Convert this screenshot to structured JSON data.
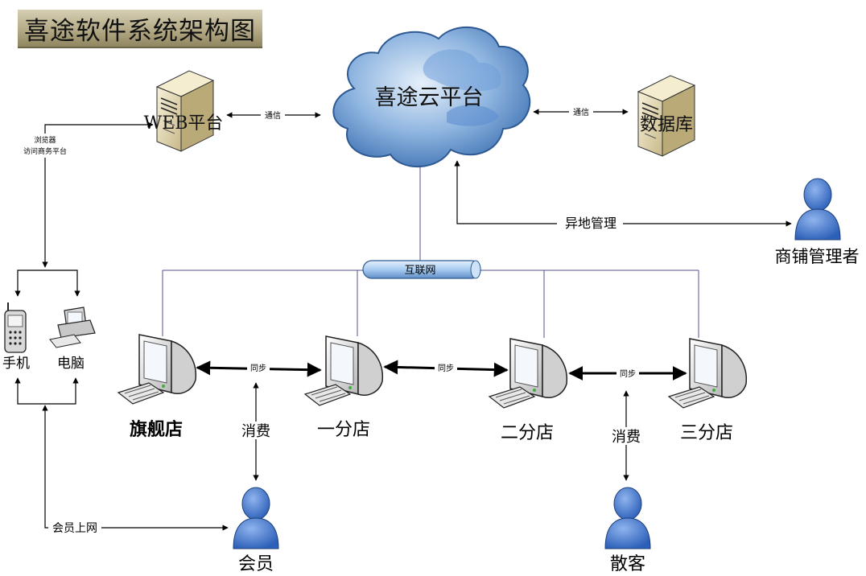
{
  "title": "喜途软件系统架构图",
  "nodes": {
    "web": "WEB平台",
    "cloud": "喜途云平台",
    "database": "数据库",
    "manager": "商铺管理者",
    "phone": "手机",
    "pc": "电脑",
    "flagship": "旗舰店",
    "branch1": "一分店",
    "branch2": "二分店",
    "branch3": "三分店",
    "member": "会员",
    "guest": "散客",
    "internet": "互联网"
  },
  "edges": {
    "web_cloud": "通信",
    "cloud_db": "通信",
    "browser_line1": "浏览器",
    "browser_line2": "访问商务平台",
    "remote_manage": "异地管理",
    "member_online": "会员上网",
    "consume_member": "消费",
    "consume_guest": "消费",
    "sync_flagship_b1": "同步",
    "sync_b1_b2": "同步",
    "sync_b2_b3": "同步"
  },
  "colors": {
    "cloud_light": "#b9d4ee",
    "cloud_dark": "#3f72b3",
    "person": "#3f73c9",
    "server": "#e8dfbe",
    "pipe": "#9ec4ee",
    "network_line": "#505090"
  }
}
